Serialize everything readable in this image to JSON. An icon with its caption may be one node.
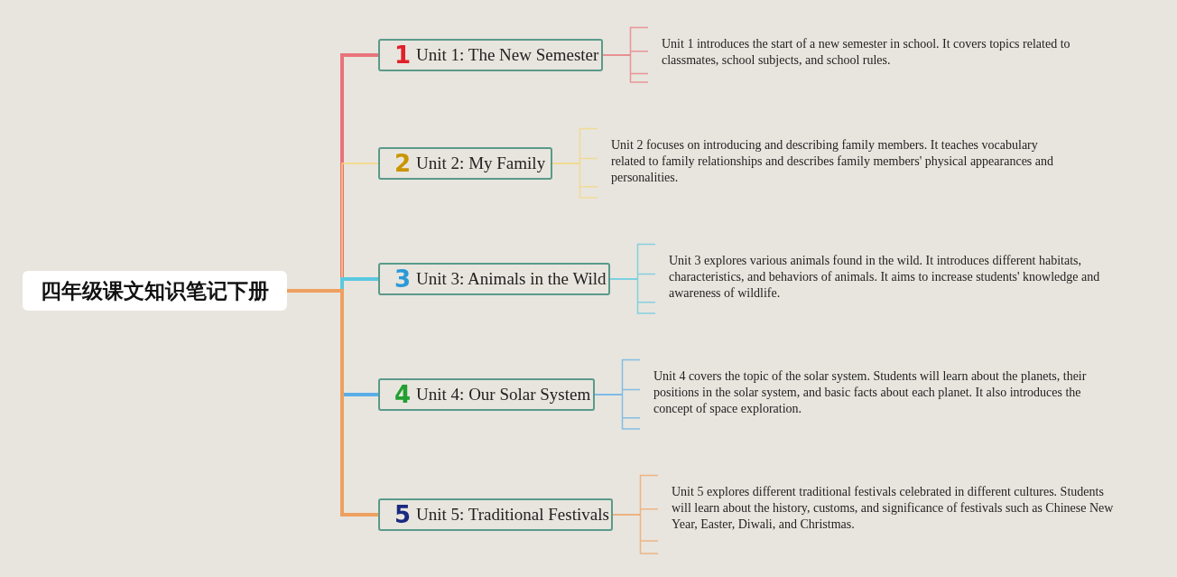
{
  "diagram": {
    "nodes": [
      {
        "text": [
          "四年级课文知识笔记下册"
        ]
      },
      {
        "text": [
          "1",
          "Unit 1: The New Semester"
        ]
      },
      {
        "text": [
          "2",
          "Unit 2: My Family"
        ]
      },
      {
        "text": [
          "3",
          "Unit 3: Animals in the Wild"
        ]
      },
      {
        "text": [
          "4",
          "Unit 4: Our Solar System"
        ]
      },
      {
        "text": [
          "5",
          "Unit 5: Traditional Festivals"
        ]
      },
      {
        "text": [
          "Unit 1 introduces the start of a new semester in school. It covers topics related to classmates, school subjects, and school rules."
        ]
      },
      {
        "text": [
          "Unit 2 focuses on introducing and describing family members. It teaches vocabulary related to family relationships and describes family members' physical appearances and personalities."
        ]
      },
      {
        "text": [
          "Unit 3 explores various animals found in the wild. It introduces different habitats, characteristics, and behaviors of animals. It aims to increase students' knowledge and awareness of wildlife."
        ]
      },
      {
        "text": [
          "Unit 4 covers the topic of the solar system. Students will learn about the planets, their positions in the solar system, and basic facts about each planet. It also introduces the concept of space exploration."
        ]
      },
      {
        "text": [
          "Unit 5 explores different traditional festivals celebrated in different cultures. Students will learn about the history, customs, and significance of festivals such as Chinese New Year, Easter, Diwali, and Christmas."
        ]
      }
    ],
    "edges": [
      {
        "from": 0,
        "to": 1,
        "arrow": "none",
        "style": "thick",
        "color": "#e8737a"
      },
      {
        "from": 0,
        "to": 2,
        "arrow": "none",
        "color": "#f5d67a"
      },
      {
        "from": 0,
        "to": 3,
        "arrow": "none",
        "style": "thick",
        "color": "#5bc8e0"
      },
      {
        "from": 0,
        "to": 4,
        "arrow": "none",
        "style": "thick",
        "color": "#5aaee8"
      },
      {
        "from": 0,
        "to": 5,
        "arrow": "none",
        "style": "thick",
        "color": "#eea060"
      },
      {
        "from": 1,
        "to": 6,
        "arrow": "none",
        "color": "#e8737a"
      },
      {
        "from": 2,
        "to": 7,
        "arrow": "none",
        "color": "#f5d67a"
      },
      {
        "from": 3,
        "to": 8,
        "arrow": "none",
        "color": "#5bc8e0"
      },
      {
        "from": 4,
        "to": 9,
        "arrow": "none",
        "color": "#5aaee8"
      },
      {
        "from": 5,
        "to": 10,
        "arrow": "none",
        "color": "#eea060"
      }
    ]
  }
}
